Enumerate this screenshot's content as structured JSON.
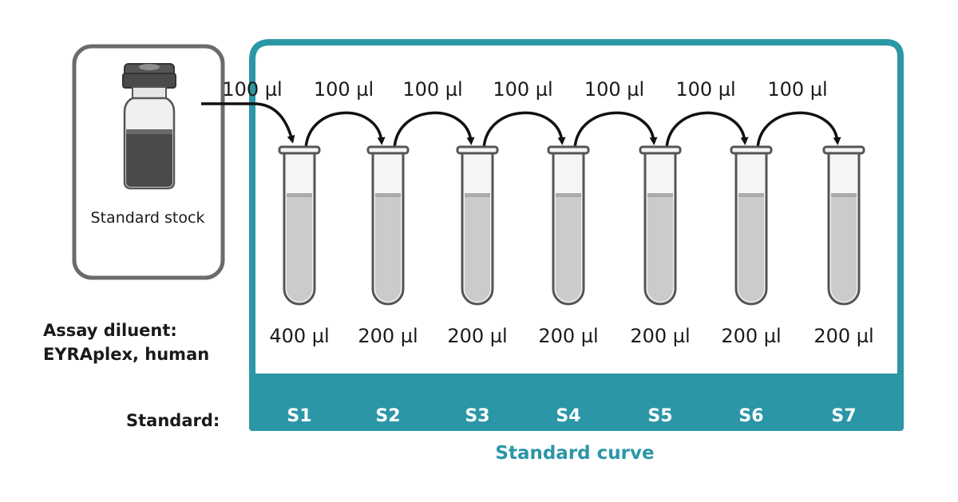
{
  "stock": {
    "label": "Standard stock"
  },
  "side_labels": {
    "diluent_line1": "Assay diluent:",
    "diluent_line2": "EYRAplex, human",
    "standard": "Standard:"
  },
  "curve": {
    "title": "Standard curve"
  },
  "transfers": [
    "100 µl",
    "100 µl",
    "100 µl",
    "100 µl",
    "100 µl",
    "100 µl",
    "100 µl"
  ],
  "tubes": [
    {
      "standard": "S1",
      "diluent": "400 µl"
    },
    {
      "standard": "S2",
      "diluent": "200 µl"
    },
    {
      "standard": "S3",
      "diluent": "200 µl"
    },
    {
      "standard": "S4",
      "diluent": "200 µl"
    },
    {
      "standard": "S5",
      "diluent": "200 µl"
    },
    {
      "standard": "S6",
      "diluent": "200 µl"
    },
    {
      "standard": "S7",
      "diluent": "200 µl"
    }
  ],
  "colors": {
    "teal": "#2b96a6",
    "stock_box": "#6b6b6b",
    "liquid": "#c9cbcc",
    "tube_outline": "#555555",
    "vial_liquid": "#4a4a4a"
  },
  "icons": [
    "vial-icon",
    "test-tube-icon",
    "arrow-icon"
  ]
}
